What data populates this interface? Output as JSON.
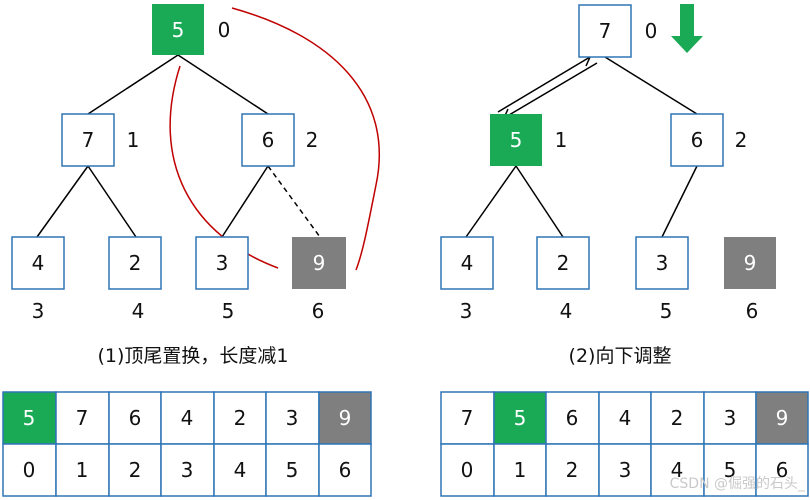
{
  "colors": {
    "node_border": "#2e75b6",
    "highlight_green": "#1aaa55",
    "highlight_gray": "#7f7f7f",
    "edge": "#000000",
    "swap_curve": "#c00000",
    "down_arrow": "#1aaa55"
  },
  "left": {
    "caption": "(1)顶尾置换，长度减1",
    "nodes": {
      "n0": {
        "value": "5",
        "label": "0"
      },
      "n1": {
        "value": "7",
        "label": "1"
      },
      "n2": {
        "value": "6",
        "label": "2"
      },
      "n3": {
        "value": "4",
        "label": "3"
      },
      "n4": {
        "value": "2",
        "label": "4"
      },
      "n5": {
        "value": "3",
        "label": "5"
      },
      "n6": {
        "value": "9",
        "label": "6"
      }
    },
    "array_values": [
      "5",
      "7",
      "6",
      "4",
      "2",
      "3",
      "9"
    ],
    "array_indices": [
      "0",
      "1",
      "2",
      "3",
      "4",
      "5",
      "6"
    ]
  },
  "right": {
    "caption": "(2)向下调整",
    "nodes": {
      "n0": {
        "value": "7",
        "label": "0"
      },
      "n1": {
        "value": "5",
        "label": "1"
      },
      "n2": {
        "value": "6",
        "label": "2"
      },
      "n3": {
        "value": "4",
        "label": "3"
      },
      "n4": {
        "value": "2",
        "label": "4"
      },
      "n5": {
        "value": "3",
        "label": "5"
      },
      "n6": {
        "value": "9",
        "label": "6"
      }
    },
    "array_values": [
      "7",
      "5",
      "6",
      "4",
      "2",
      "3",
      "9"
    ],
    "array_indices": [
      "0",
      "1",
      "2",
      "3",
      "4",
      "5",
      "6"
    ]
  },
  "watermark": "CSDN @倔强的石头_"
}
